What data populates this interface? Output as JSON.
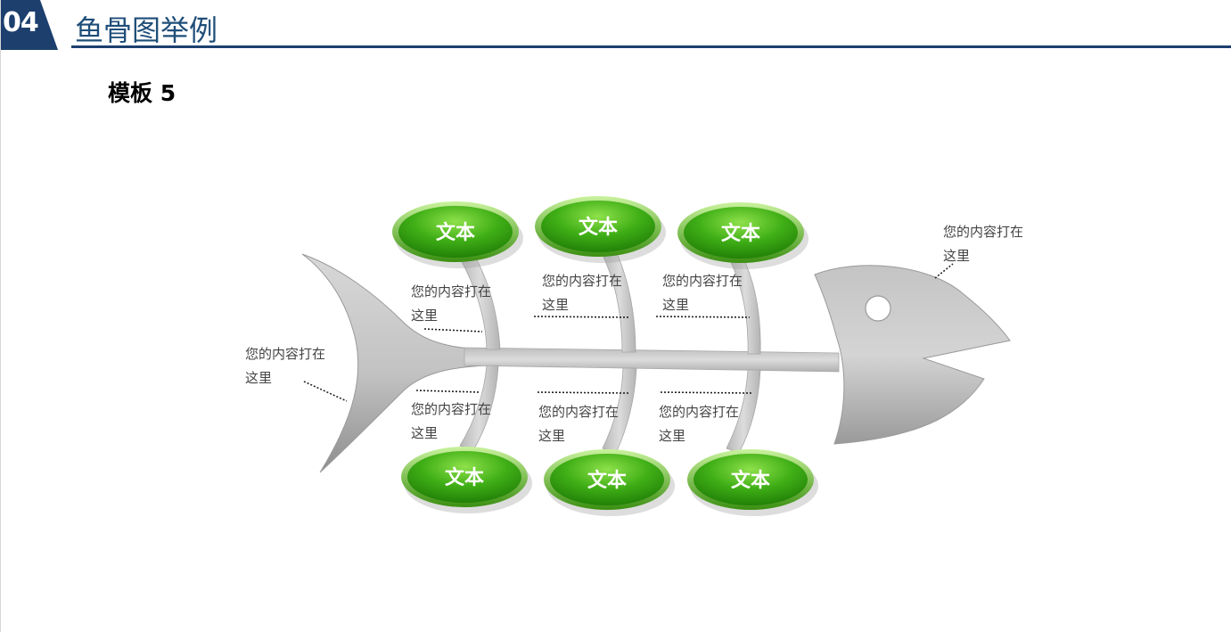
{
  "header": {
    "section_number": "04",
    "title": "鱼骨图举例"
  },
  "subtitle": "模板 5",
  "colors": {
    "accent": "#1c3f6e",
    "title_text": "#1f4e79",
    "ellipse_green": "#2f9d10",
    "fish_gray": "#c8c8c8"
  },
  "fishbone": {
    "top_labels": [
      "文本",
      "文本",
      "文本"
    ],
    "bottom_labels": [
      "文本",
      "文本",
      "文本"
    ],
    "top_notes": [
      "您的内容打在这里",
      "您的内容打在这里",
      "您的内容打在这里"
    ],
    "bottom_notes": [
      "您的内容打在这里",
      "您的内容打在这里",
      "您的内容打在这里"
    ],
    "tail_note": "您的内容打在这里",
    "head_note": "您的内容打在这里"
  }
}
